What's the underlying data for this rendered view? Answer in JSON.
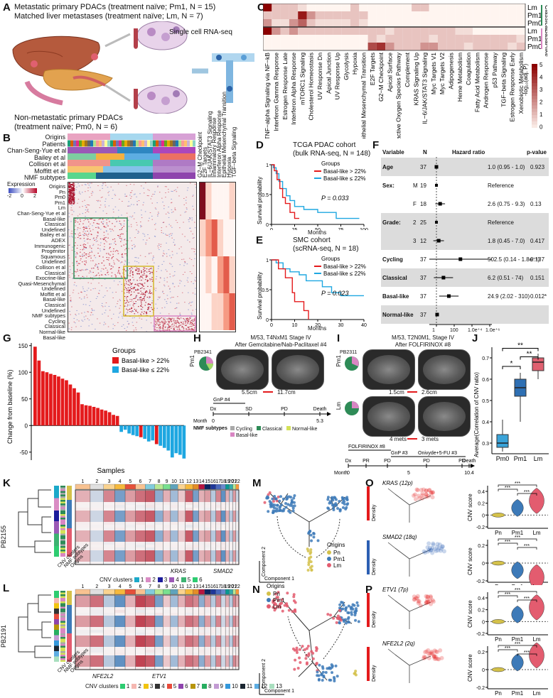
{
  "panelA": {
    "letter": "A",
    "line1": "Metastatic primary PDACs (treatment naïve; Pm1, N = 15)",
    "line2": "Matched liver metastases (treatment naïve; Lm, N = 7)",
    "rnaseq": "Single cell RNA-seq",
    "line3": "Non-metastatic primary PDACs",
    "line4": "(treatment naïve; Pm0, N = 6)"
  },
  "panelB": {
    "letter": "B",
    "top_rows": [
      "Origins",
      "Patients",
      "Chan-Seng-Yue et al",
      "Bailey et al",
      "Collison et al",
      "Moffitt et al",
      "NMF subtypes"
    ],
    "legend_title": "Expression",
    "legend_ticks": [
      "-2",
      "0",
      "2"
    ],
    "left_labels": [
      "Origins",
      "Pn",
      "Pm0",
      "Pm1",
      "Lm",
      "Chan-Seng-Yue et al",
      "Basal-like",
      "Classical",
      "Undefined",
      "Bailey et al",
      "ADEX",
      "Immunogenic",
      "Progenitor",
      "Squamous",
      "Undefined",
      "Collison et al",
      "Classical",
      "Exocrine-like",
      "Quasi-Mesenchymal",
      "Undefined",
      "Moffitt et al",
      "Basal-like",
      "Classical",
      "Undefined",
      "NMF subtypes",
      "Cycling",
      "Classical",
      "Normal-like",
      "Basal-like"
    ],
    "pathways": [
      "G2−M Checkpoint",
      "E2F Targets",
      "IL−6/JAK/STAT3 Signaling",
      "Inflammatory Response",
      "Interferon Alpha Response",
      "Epithelial Mesenchymal Transition",
      "Hypoxia",
      "TGF−beta Signaling"
    ]
  },
  "panelC": {
    "letter": "C",
    "rows": [
      "Lm",
      "Pm1",
      "Pm0",
      "Lm",
      "Pm1",
      "Pm0"
    ],
    "group1": "Classical",
    "group2": "Basal-like",
    "cols": [
      "TNF−alpha Signaling via NF−kB",
      "Interferon Gamma Response",
      "Estrogen Response Late",
      "Interferon Alpha Response",
      "mTORC1 Signaling",
      "Cholesterol Homeostasis",
      "UV Response Dn",
      "Apical Junction",
      "UV Response Up",
      "Glycolysis",
      "Hypoxia",
      "Epithelial Mesenchymal Transition",
      "E2F Targets",
      "G2−M Checkpoint",
      "Apical Surface",
      "Reactive Oxygen Species Pathway",
      "Complement",
      "KRAS Signaling Up",
      "IL−6/JAK/STAT3 Signaling",
      "Myc Targets V1",
      "Myc Targets V2",
      "Adipogenesis",
      "Heme Metabolism",
      "Coagulation",
      "Fatty Acid Metabolism",
      "Androgen Response",
      "p53 Pathway",
      "TGF−beta Signaling",
      "Estrogen Response Early",
      "Xenobiotic Metabolism"
    ],
    "legend_title": "-log₁₀(adj. P)",
    "legend_ticks": [
      "5",
      "4",
      "3",
      "2",
      "1",
      "0"
    ],
    "values": [
      [
        5,
        1,
        1,
        1,
        0.5,
        0,
        0,
        0,
        0,
        0,
        1,
        0,
        0,
        0,
        0,
        0,
        0,
        1,
        1,
        0,
        0,
        0,
        0,
        0,
        0,
        0,
        0,
        0,
        0,
        0
      ],
      [
        1,
        1,
        1,
        1,
        4.5,
        2,
        1,
        1,
        1,
        1,
        1,
        1,
        0,
        0,
        0,
        0,
        0,
        0,
        0,
        0,
        0,
        0,
        0,
        0,
        0,
        0,
        0,
        0,
        0,
        0
      ],
      [
        2,
        0.5,
        0.5,
        2,
        3,
        1,
        0.5,
        0.5,
        0.5,
        0.5,
        1,
        0.5,
        0,
        0,
        0,
        0,
        0,
        0,
        0,
        0,
        0,
        0,
        0,
        0,
        0,
        0,
        0,
        0,
        0,
        0
      ],
      [
        5,
        2,
        1,
        2,
        1,
        1,
        1,
        1,
        1,
        1,
        1,
        1,
        1,
        1,
        0.5,
        1,
        1,
        1,
        1,
        1,
        1,
        1,
        0.5,
        0.5,
        0,
        0,
        0,
        0,
        0,
        0
      ],
      [
        0,
        0,
        0,
        0,
        0,
        0,
        0,
        0,
        0,
        0,
        0,
        0,
        1,
        0.5,
        1,
        1,
        1,
        1,
        1,
        0.5,
        1,
        1,
        1,
        1,
        1,
        1,
        1,
        1,
        1,
        0.5
      ],
      [
        0,
        0,
        0,
        0,
        0,
        0,
        0,
        0,
        0,
        0,
        0,
        0,
        3.5,
        4,
        2,
        1,
        1,
        1,
        2,
        2,
        1,
        1,
        1,
        0.5,
        1,
        1,
        1,
        1,
        0.5,
        1
      ]
    ]
  },
  "panelD": {
    "letter": "D",
    "title1": "TCGA PDAC cohort",
    "title2": "(bulk RNA-seq, N = 148)",
    "groups": "Groups",
    "g1": "Basal-like > 22%",
    "g2": "Basal-like ≤ 22%",
    "pval": "P = 0.033",
    "xlabel": "Months",
    "ylabel": "Survival probability",
    "xticks": [
      "0",
      "25",
      "50",
      "75",
      "100"
    ],
    "yticks": [
      "0",
      "0.5",
      "1"
    ]
  },
  "panelE": {
    "letter": "E",
    "title1": "SMC cohort",
    "title2": "(scRNA-seq, N = 18)",
    "groups": "Groups",
    "g1": "Basal-like > 22%",
    "g2": "Basal-like ≤ 22%",
    "pval": "P = 0.023",
    "xlabel": "Months",
    "ylabel": "Survival probability",
    "xticks": [
      "0",
      "10",
      "20",
      "30",
      "40"
    ],
    "yticks": [
      "0",
      "0.5",
      "1"
    ]
  },
  "panelF": {
    "letter": "F",
    "h_variable": "Variable",
    "h_n": "N",
    "h_hr": "Hazard ratio",
    "h_p": "p-value",
    "rows": [
      {
        "var": "Age",
        "lvl": "",
        "n": "37",
        "hr": "1.0 (0.95 - 1.0)",
        "p": "0.923",
        "shade": true
      },
      {
        "var": "Sex:",
        "lvl": "M",
        "n": "19",
        "hr": "Reference",
        "p": "",
        "shade": false
      },
      {
        "var": "",
        "lvl": "F",
        "n": "18",
        "hr": "2.6 (0.75 - 9.3)",
        "p": "0.13",
        "shade": false
      },
      {
        "var": "Grade:",
        "lvl": "2",
        "n": "25",
        "hr": "Reference",
        "p": "",
        "shade": true
      },
      {
        "var": "",
        "lvl": "3",
        "n": "12",
        "hr": "1.8 (0.45 - 7.0)",
        "p": "0.417",
        "shade": true
      },
      {
        "var": "Cycling",
        "lvl": "",
        "n": "37",
        "hr": "502.5 (0.14 - 1.8e⁺⁶)",
        "p": "0.137",
        "shade": false
      },
      {
        "var": "Classical",
        "lvl": "",
        "n": "37",
        "hr": "6.2 (0.51 - 74)",
        "p": "0.151",
        "shade": true
      },
      {
        "var": "Basal-like",
        "lvl": "",
        "n": "37",
        "hr": "24.9 (2.02 - 310)",
        "p": "0.012*",
        "shade": false
      },
      {
        "var": "Normal-like",
        "lvl": "",
        "n": "37",
        "hr": "",
        "p": "",
        "shade": true
      }
    ],
    "axis_ticks": [
      "1",
      "100",
      "1.0e⁺⁴",
      "1.0e⁺⁶"
    ]
  },
  "panelG": {
    "letter": "G",
    "ylabel": "Change from baseline (%)",
    "xlabel": "Samples",
    "groups": "Groups",
    "g1": "Basal-like > 22%",
    "g2": "Basal-like ≤ 22%",
    "yticks": [
      "150",
      "100",
      "50",
      "0",
      "-50"
    ]
  },
  "panelH": {
    "letter": "H",
    "header1": "M/53, T4NxM1 Stage IV",
    "header2": "After Gemcitabine/Nab-Paclitaxel #4",
    "sample": "PB2341",
    "tissue": "Pm1",
    "m1": "5.5cm",
    "m2": "11.7cm",
    "regimen": "GnP #4",
    "tl_labels": [
      "Dx",
      "SD",
      "PD",
      "Death"
    ],
    "month": "Month",
    "month_ticks": [
      "0",
      "5.3"
    ],
    "nmf_title": "NMF subtypes",
    "nmf": [
      "Cycling",
      "Classical",
      "Normal-like",
      "Basal-like"
    ]
  },
  "panelI": {
    "letter": "I",
    "header1": "M/53, T2N0M1, Stage IV",
    "header2": "After FOLFIRINOX #8",
    "sample": "PB2311",
    "tissue1": "Pm1",
    "tissue2": "Lm",
    "m1": "1.5cm",
    "m2": "2.6cm",
    "mets1": "4 mets",
    "mets2": "3 mets",
    "regimens": [
      "FOLFIRINOX #8",
      "GnP #3",
      "Onivyde+5-FU #3"
    ],
    "tl_labels": [
      "Dx",
      "PR",
      "PD",
      "PD",
      "PD",
      "Death"
    ],
    "month": "Month",
    "month_ticks": [
      "0",
      "5",
      "10.4"
    ]
  },
  "panelJ": {
    "letter": "J",
    "ylabel": "Average(Correlation of CNV ratio)",
    "yticks": [
      "0.7",
      "0.6",
      "0.5",
      "0.4",
      "0.3"
    ],
    "cats": [
      "Pm0",
      "Pm1",
      "Lm"
    ],
    "sig": [
      "*",
      "**",
      "**"
    ]
  },
  "panelK": {
    "letter": "K",
    "sample": "PB2155",
    "chroms": [
      "1",
      "2",
      "3",
      "4",
      "5",
      "6",
      "7",
      "8",
      "9",
      "10",
      "11",
      "12",
      "13",
      "14",
      "15",
      "16",
      "17",
      "18",
      "19",
      "20",
      "21",
      "22"
    ],
    "genes": [
      "KRAS",
      "SMAD2"
    ],
    "bottom_labels": [
      "CNV clusters",
      "NMF subtypes",
      "Origins"
    ],
    "cnv_title": "CNV clusters",
    "cnv_ids": [
      "1",
      "2",
      "3",
      "4",
      "5",
      "6"
    ]
  },
  "panelL": {
    "letter": "L",
    "sample": "PB2191",
    "chroms": [
      "1",
      "2",
      "3",
      "4",
      "5",
      "6",
      "7",
      "8",
      "9",
      "10",
      "11",
      "12",
      "13",
      "14",
      "15",
      "16",
      "17",
      "18",
      "19",
      "20",
      "21",
      "22"
    ],
    "genes": [
      "NFE2L2",
      "ETV1"
    ],
    "bottom_labels": [
      "CNV clusters",
      "NMF subtypes",
      "Origins"
    ],
    "cnv_title": "CNV clusters",
    "cnv_ids": [
      "1",
      "2",
      "3",
      "4",
      "5",
      "6",
      "7",
      "8",
      "9",
      "10",
      "11",
      "12",
      "13"
    ]
  },
  "panelM": {
    "letter": "M",
    "xlabel": "Component 1",
    "ylabel": "Component 2",
    "legend_title": "Origins",
    "legend": [
      "Pn",
      "Pm1",
      "Lm"
    ]
  },
  "panelN": {
    "letter": "N",
    "xlabel": "Component 1",
    "ylabel": "Component 2",
    "legend_title": "Origins",
    "legend": [
      "Pn",
      "Pm1",
      "Lm"
    ]
  },
  "panelO": {
    "letter": "O",
    "gene1": "KRAS (12p)",
    "gene2": "SMAD2 (18q)",
    "density": "Density",
    "ylabel": "CNV score",
    "cats": [
      "Pn",
      "Pm1",
      "Lm"
    ],
    "yticks1": [
      "0.4",
      "0.2",
      "0",
      "-0.2"
    ],
    "yticks2": [
      "0.2",
      "0",
      "-0.2"
    ],
    "sig": "***"
  },
  "panelP": {
    "letter": "P",
    "gene1": "ETV1 (7p)",
    "gene2": "NFE2L2 (2q)",
    "density": "Density",
    "ylabel": "CNV score",
    "cats": [
      "Pn",
      "Pm1",
      "Lm"
    ],
    "yticks1": [
      "0.4",
      "0.2",
      "0",
      "-0.2"
    ],
    "yticks2": [
      "0.2",
      "0",
      "-0.2"
    ],
    "sig": "***"
  },
  "colors": {
    "basal": "#e41a1c",
    "nonbasal": "#1ea7e1",
    "pn": "#d4c14a",
    "pm1": "#3d7ab8",
    "lm": "#e35c6f",
    "heat": "#d7301f"
  }
}
